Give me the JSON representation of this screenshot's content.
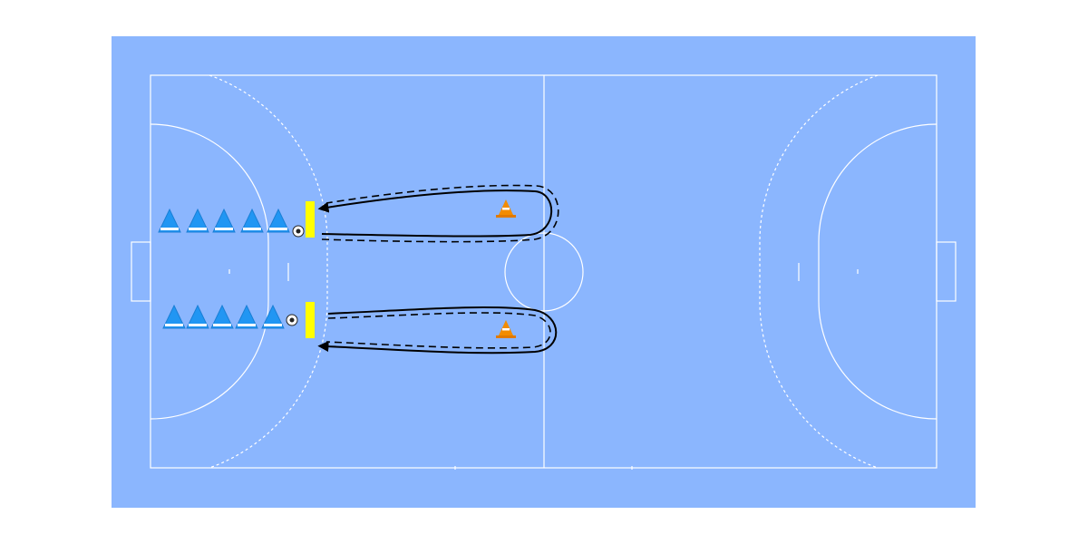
{
  "colors": {
    "court": "#8bb6fe",
    "lines": "#ffffff",
    "player": "#2196f3",
    "gate": "#ffff00",
    "cone": "#f28c00",
    "path": "#000000"
  },
  "groups": [
    {
      "players": 5,
      "direction": "top"
    },
    {
      "players": 5,
      "direction": "bottom"
    }
  ]
}
